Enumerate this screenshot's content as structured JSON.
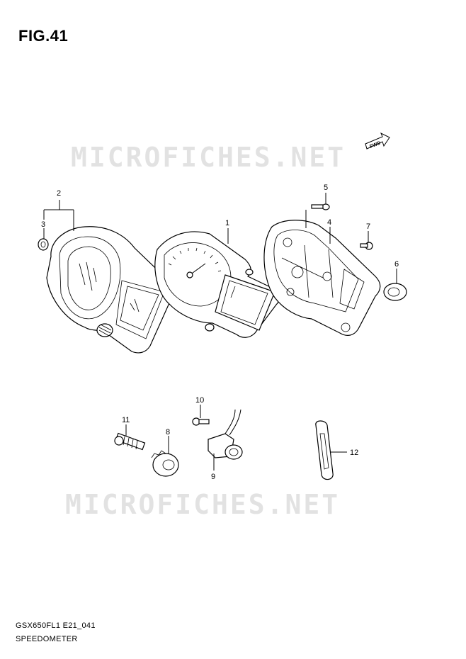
{
  "title": "FIG.41",
  "watermark": "MICROFICHES.NET",
  "fwd_label": "FWD",
  "footer": {
    "code": "GSX650FL1 E21_041",
    "caption": "SPEEDOMETER"
  },
  "callouts": {
    "c1": "1",
    "c2": "2",
    "c3": "3",
    "c4": "4",
    "c5": "5",
    "c6": "6",
    "c7": "7",
    "c8": "8",
    "c9": "9",
    "c10": "10",
    "c11": "11",
    "c12": "12"
  }
}
